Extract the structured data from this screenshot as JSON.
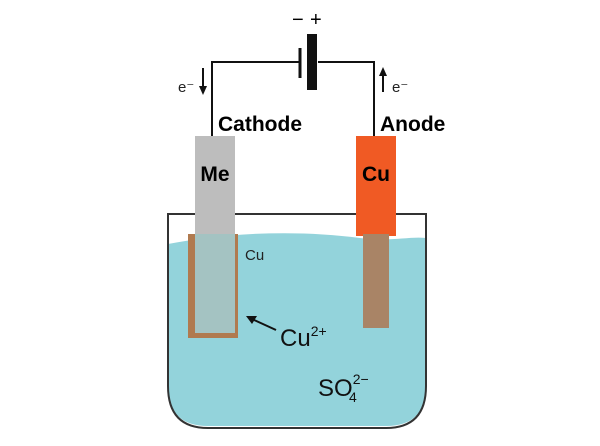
{
  "battery": {
    "minus_sign": "−",
    "plus_sign": "+"
  },
  "cathode": {
    "label": "Cathode",
    "electrode_label": "Me",
    "electron_label": "e⁻",
    "deposit_label": "Cu"
  },
  "anode": {
    "label": "Anode",
    "electrode_label": "Cu",
    "electron_label": "e⁻"
  },
  "solution": {
    "cation_base": "Cu",
    "cation_charge": "2+",
    "anion_base": "SO",
    "anion_sub": "4",
    "anion_charge": "2−"
  },
  "colors": {
    "electrolyte": "#93d3db",
    "cathode_electrode": "#bdbdbd",
    "cathode_submerged": "#a4c3c2",
    "copper_deposit": "#b07a4f",
    "anode_electrode": "#f05a24",
    "anode_submerged": "#a98466",
    "wire": "#111111",
    "beaker_outline": "#333333"
  }
}
